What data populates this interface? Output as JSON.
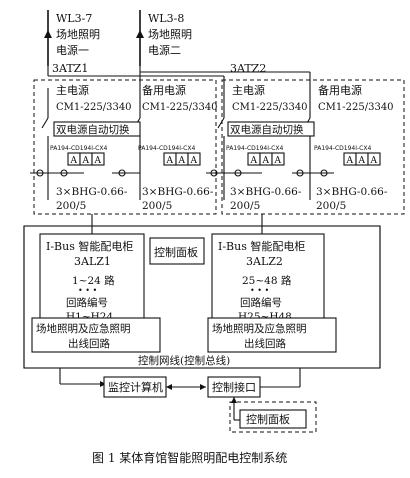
{
  "feeders": [
    {
      "id": "WL3-7",
      "line1": "场地照明",
      "line2": "电源一"
    },
    {
      "id": "WL3-8",
      "line1": "场地照明",
      "line2": "电源二"
    }
  ],
  "atz_panels": [
    {
      "id": "3ATZ1",
      "main_label": "主电源",
      "main_model": "CM1-225/3340",
      "backup_label": "备用电源",
      "backup_model": "CM1-225/3340",
      "switch_label": "双电源自动切换",
      "meter_main": "PA194-CD194I-CX4",
      "meter_backup": "PA194-CD194I-CX4",
      "meter_cells": [
        "A",
        "A",
        "A"
      ],
      "ct_main": [
        "3×BHG-0.66-",
        "200/5"
      ],
      "ct_backup": [
        "3×BHG-0.66-",
        "200/5"
      ]
    },
    {
      "id": "3ATZ2",
      "main_label": "主电源",
      "main_model": "CM1-225/3340",
      "backup_label": "备用电源",
      "backup_model": "CM1-225/3340",
      "switch_label": "双电源自动切换",
      "meter_main": "PA194-CD194I-CX4",
      "meter_backup": "PA194-CD194I-CX4",
      "meter_cells": [
        "A",
        "A",
        "A"
      ],
      "ct_main": [
        "3×BHG-0.66-",
        "200/5"
      ],
      "ct_backup": [
        "3×BHG-0.66-",
        "200/5"
      ]
    }
  ],
  "cabinets": [
    {
      "title": "I-Bus 智能配电柜",
      "id": "3ALZ1",
      "range": "1~24 路",
      "dots": "• • •",
      "code_label": "回路编号",
      "code_range": "H1~H24"
    },
    {
      "title": "I-Bus 智能配电柜",
      "id": "3ALZ2",
      "range": "25~48 路",
      "dots": "• • •",
      "code_label": "回路编号",
      "code_range": "H25~H48"
    }
  ],
  "control_panel": "控制面板",
  "outlets": [
    {
      "line1": "场地照明及应急照明",
      "line2": "出线回路"
    },
    {
      "line1": "场地照明及应急照明",
      "line2": "出线回路"
    }
  ],
  "network_label": "控制网线(控制总线)",
  "monitor_computer": "监控计算机",
  "control_interface": "控制接口",
  "control_panel_bottom": "控制面板",
  "caption": "图 1  某体育馆智能照明配电控制系统"
}
